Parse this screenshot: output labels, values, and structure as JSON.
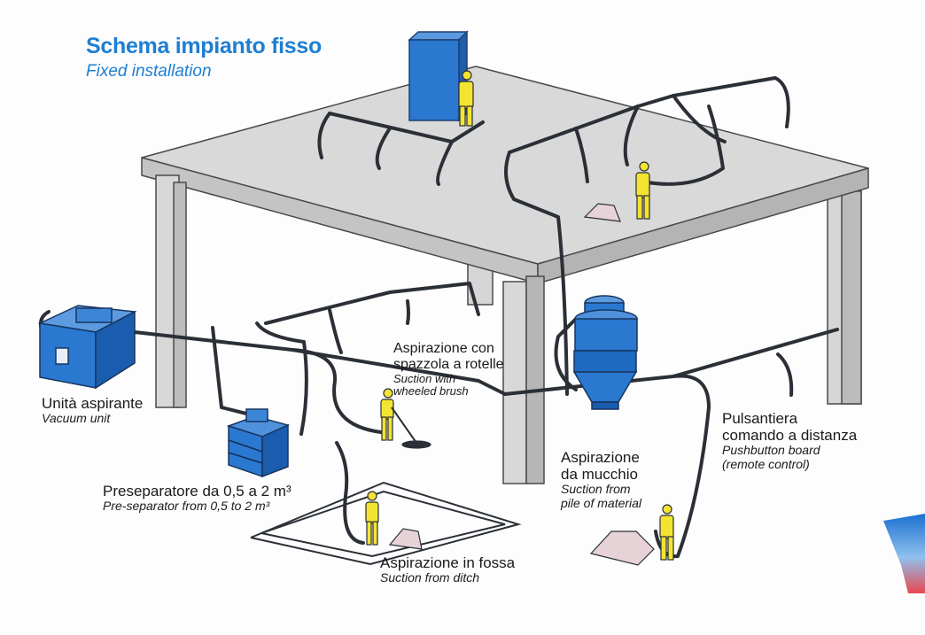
{
  "header": {
    "title": "Schema impianto fisso",
    "subtitle": "Fixed installation"
  },
  "labels": {
    "vacuum_unit": {
      "it": "Unità aspirante",
      "en": "Vacuum unit"
    },
    "brush": {
      "it_1": "Aspirazione con",
      "it_2": "spazzola a rotelle",
      "en_1": "Suction with",
      "en_2": "wheeled brush"
    },
    "preseparator": {
      "it": "Preseparatore da 0,5 a 2 m³",
      "en": "Pre-separator from 0,5 to 2 m³"
    },
    "ditch": {
      "it": "Aspirazione in fossa",
      "en": "Suction from ditch"
    },
    "pile": {
      "it_1": "Aspirazione",
      "it_2": "da mucchio",
      "en_1": "Suction from",
      "en_2": "pile of material"
    },
    "pushbutton": {
      "it_1": "Pulsantiera",
      "it_2": "comando a distanza",
      "en_1": "Pushbutton board",
      "en_2": "(remote control)"
    }
  },
  "colors": {
    "title": "#1d7fd3",
    "machine_blue": "#2a78d0",
    "slab": "#d4d4d4",
    "pipe": "#2b2f36",
    "worker": "#f3e432"
  }
}
